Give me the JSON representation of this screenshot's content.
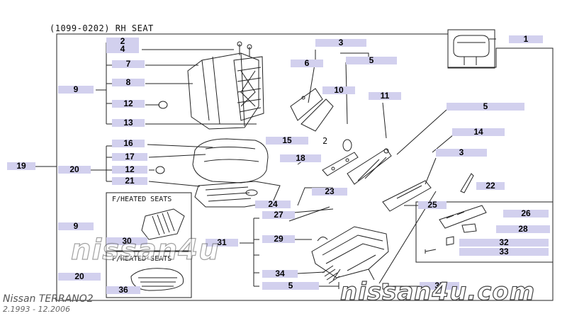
{
  "header": "(1099-0202) RH SEAT",
  "heated_label_1": "F/HEATED SEATS",
  "heated_label_2": "F/HEATED SEATS",
  "footer_make": "Nissan",
  "footer_model": "TERRANO2",
  "footer_years": "2.1993 - 12.2006",
  "watermark_left": "nissan4u",
  "watermark_right": "nissan4u.com",
  "callouts": {
    "c1": "1",
    "c2": "2",
    "c4": "4",
    "c3a": "3",
    "c6": "6",
    "c5a": "5",
    "c7": "7",
    "c8": "8",
    "c9a": "9",
    "c10": "10",
    "c11": "11",
    "c5b": "5",
    "c12a": "12",
    "c13": "13",
    "c14": "14",
    "c15": "15",
    "c2b": "2",
    "c16": "16",
    "c18": "18",
    "c3b": "3",
    "c19": "19",
    "c20a": "20",
    "c17": "17",
    "c12b": "12",
    "c21": "21",
    "c22": "22",
    "c23": "23",
    "c24": "24",
    "c25": "25",
    "c27": "27",
    "c26": "26",
    "c9b": "9",
    "c28": "28",
    "c29": "29",
    "c30": "30",
    "c31": "31",
    "c32": "32",
    "c33": "33",
    "c20b": "20",
    "c34": "34",
    "c5c": "5",
    "c36": "36",
    "c35": "35"
  }
}
